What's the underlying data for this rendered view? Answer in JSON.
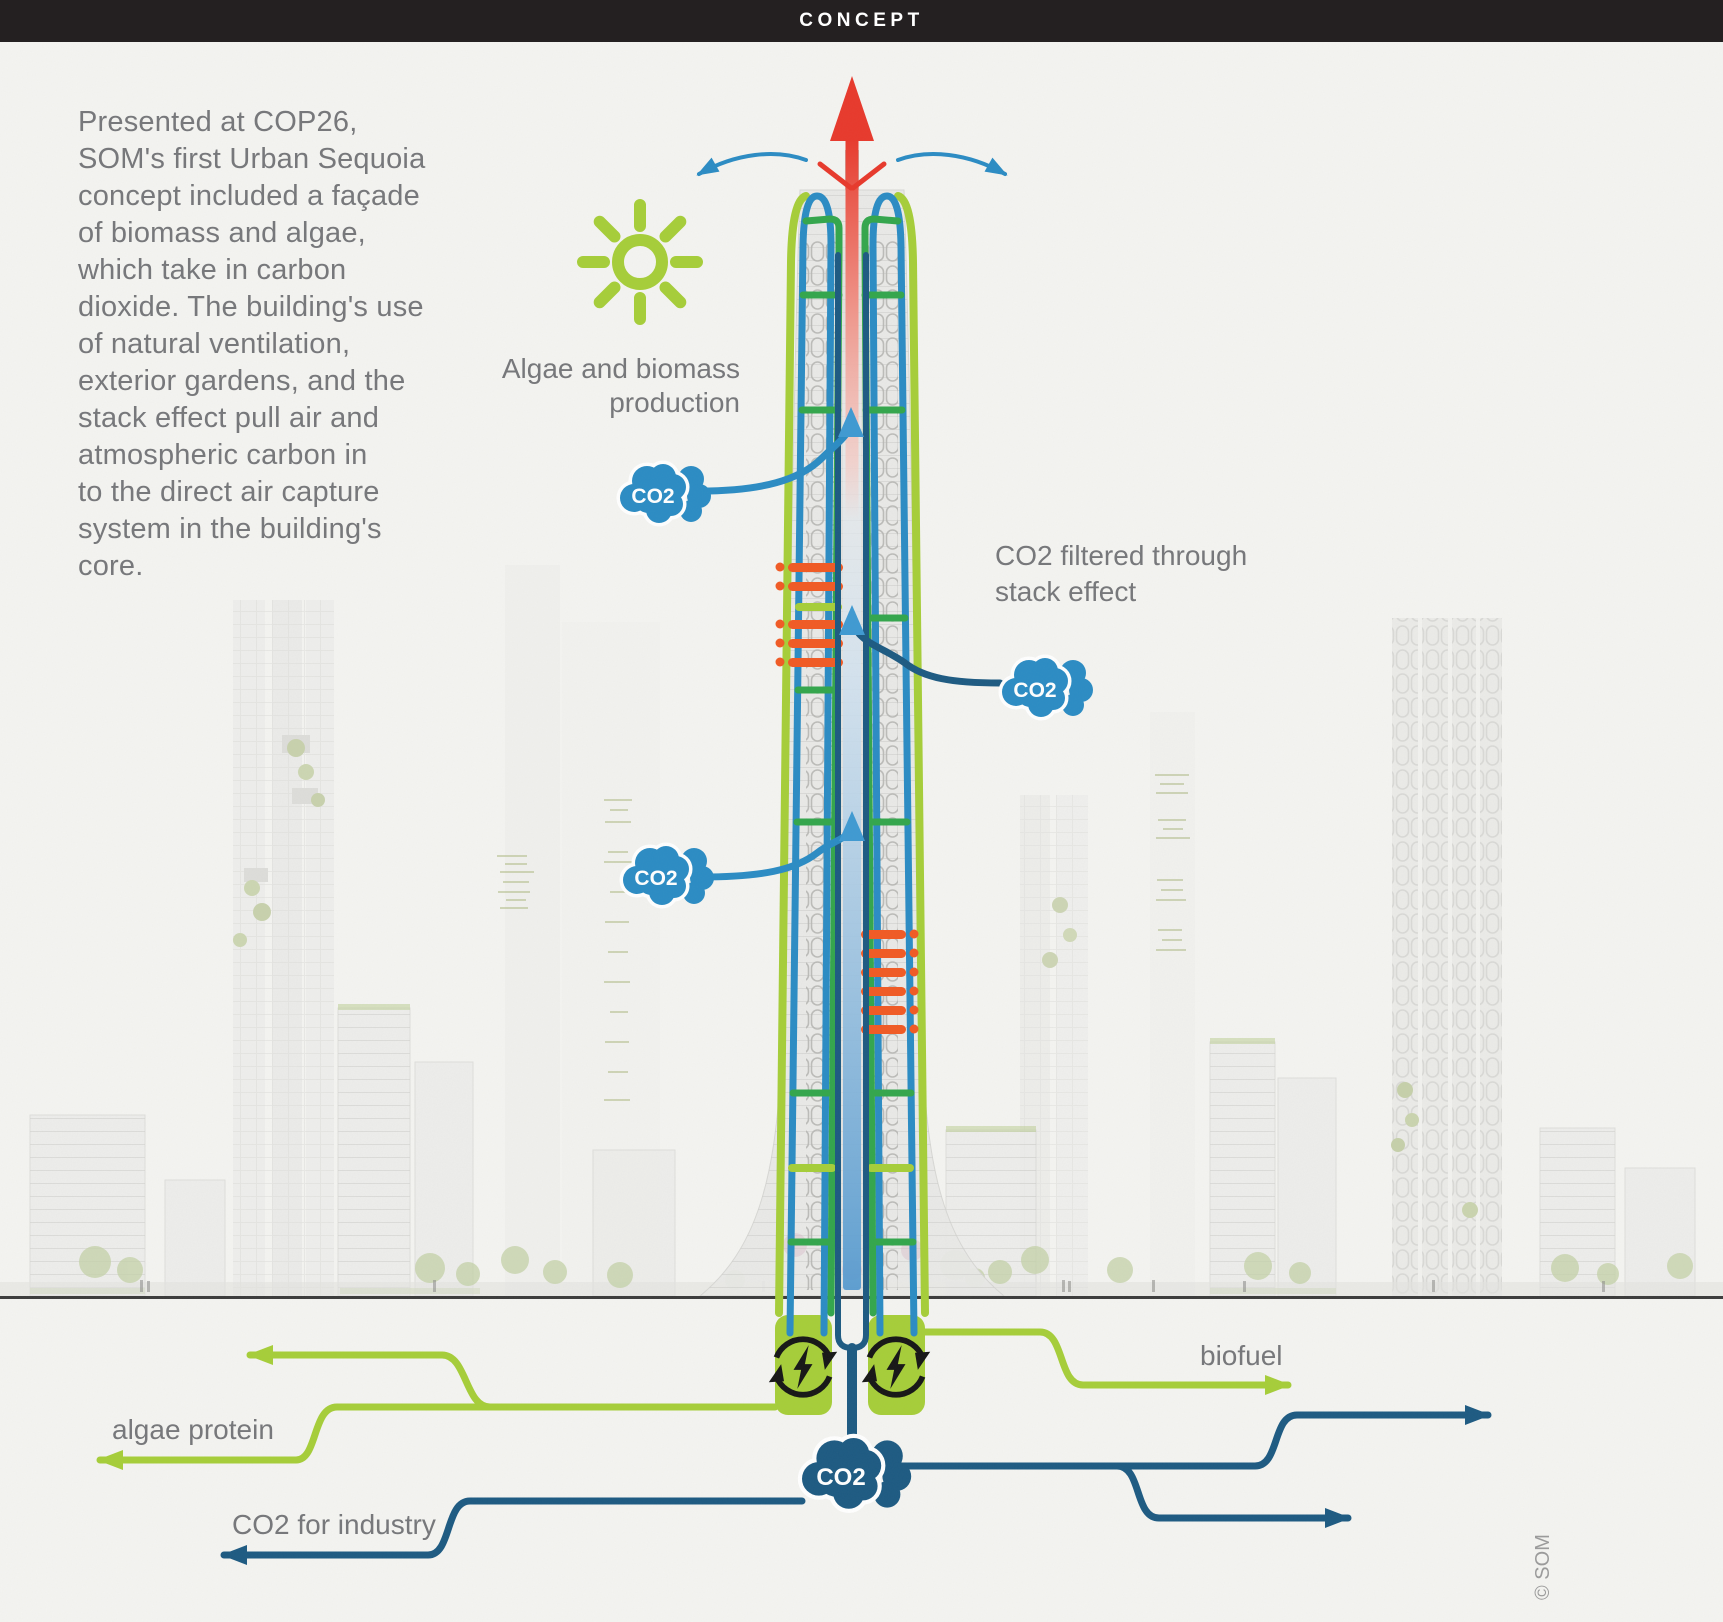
{
  "header": {
    "title": "CONCEPT"
  },
  "description": {
    "lines": [
      "Presented at COP26,",
      "SOM's first Urban Sequoia",
      "concept included a façade",
      "of biomass and algae,",
      "which take in carbon",
      "dioxide. The building's use",
      "of natural ventilation,",
      "exterior gardens, and the",
      "stack effect pull air and",
      "atmospheric carbon in",
      "to the direct air capture",
      "system in the building's",
      "core."
    ]
  },
  "annotations": {
    "algae_biomass": {
      "lines": [
        "Algae and biomass",
        "production"
      ]
    },
    "co2_filtered": {
      "lines": [
        "CO2 filtered through",
        "stack effect"
      ]
    },
    "biofuel": "biofuel",
    "algae_protein": "algae protein",
    "co2_for_industry": "CO2 for industry",
    "credit": "© SOM"
  },
  "badges": {
    "co2_upper": "CO2",
    "co2_middle": "CO2",
    "co2_lower": "CO2",
    "co2_ground": "CO2"
  },
  "icons": {
    "sun": "sun-icon",
    "co2_cloud": "co2-cloud-icon",
    "energy": "energy-recycle-icon",
    "stack_air": "up-arrow-icon",
    "exhaust": "red-exhaust-arrow-icon"
  },
  "colors": {
    "lime": "#a6ce39",
    "green": "#33a64c",
    "blue": "#2b8cc4",
    "light_blue": "#3f9ad2",
    "navy": "#1d5a82",
    "orange": "#f15a24",
    "red": "#e8392c",
    "salmon": "#f2a49b",
    "text_gray": "#77787b",
    "header_bg": "#242021",
    "paper": "#f4f4f1",
    "credit_gray": "#9b9b9b"
  }
}
